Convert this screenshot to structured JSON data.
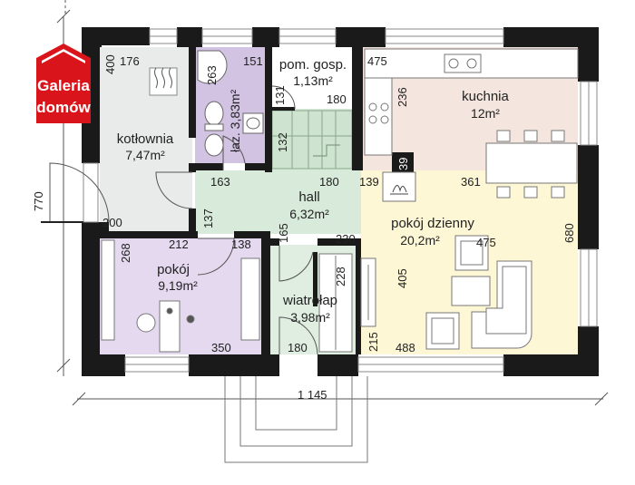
{
  "logo": {
    "line1": "Galeria",
    "line2": "domów",
    "color": "#d9141b"
  },
  "colors": {
    "wall": "#1a1a1a",
    "kotlownia": "#e9ebea",
    "lazienka": "#d3c3e3",
    "pom_gosp": "#ffffff",
    "kuchnia": "#f4e5de",
    "hall": "#d8ead9",
    "pokoj_dzienny": "#fdf7d6",
    "pokoj": "#e4d9ef",
    "wiatrolap": "#dfeee0",
    "stairs": "#cfe3d1",
    "counter": "#ffffff"
  },
  "rooms": {
    "kotlownia": {
      "name": "kotłownia",
      "area": "7,47m²"
    },
    "lazienka": {
      "label": "łaz. 3,83m²"
    },
    "pom_gosp": {
      "name": "pom. gosp.",
      "area": "1,13m²"
    },
    "kuchnia": {
      "name": "kuchnia",
      "area": "12m²"
    },
    "hall": {
      "name": "hall",
      "area": "6,32m²"
    },
    "pokoj_dzienny": {
      "name": "pokój dzienny",
      "area": "20,2m²"
    },
    "pokoj": {
      "name": "pokój",
      "area": "9,19m²"
    },
    "wiatrolap": {
      "name": "wiatrołap",
      "area": "3,98m²"
    }
  },
  "dimensions": {
    "d400": "400",
    "d176": "176",
    "d263": "263",
    "d151": "151",
    "d475_top": "475",
    "d236": "236",
    "d131": "131",
    "d180_pom": "180",
    "d132": "132",
    "d39": "39",
    "d163": "163",
    "d180_hall": "180",
    "d139": "139",
    "d361": "361",
    "d137": "137",
    "d200": "200",
    "d268": "268",
    "d212": "212",
    "d138": "138",
    "d165": "165",
    "d230": "230",
    "d475_living": "475",
    "d680": "680",
    "d228": "228",
    "d405": "405",
    "d215": "215",
    "d350": "350",
    "d180_wiat": "180",
    "d488": "488",
    "d770": "770",
    "d1145": "1 145"
  }
}
